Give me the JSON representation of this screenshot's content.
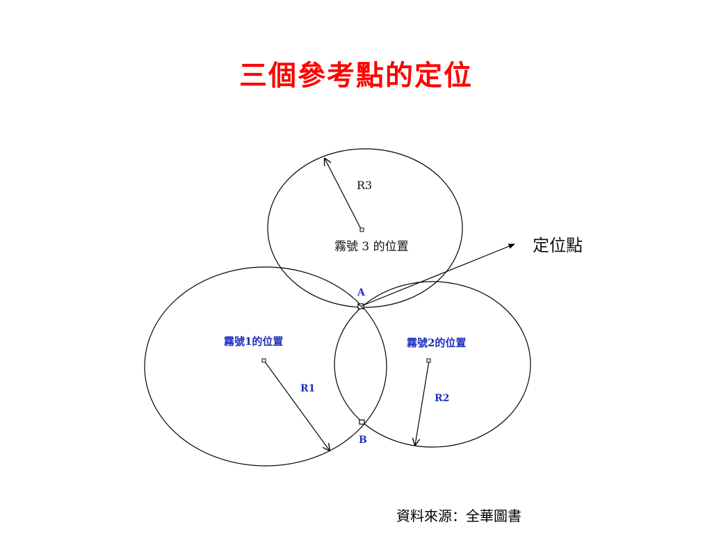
{
  "title": "三個參考點的定位",
  "satellites": {
    "sat3": {
      "position_label": "霧號 3 的位置",
      "radius_label": "R3"
    },
    "sat1": {
      "position_label": "霧號1的位置",
      "radius_label": "R1"
    },
    "sat2": {
      "position_label": "霧號2的位置",
      "radius_label": "R2"
    }
  },
  "points": {
    "a": "A",
    "b": "B"
  },
  "locating_point_label": "定位點",
  "source": "資料來源：全華圖書",
  "colors": {
    "title": "#ff0000",
    "labels": "#1f2fbf",
    "lines": "#000000"
  }
}
